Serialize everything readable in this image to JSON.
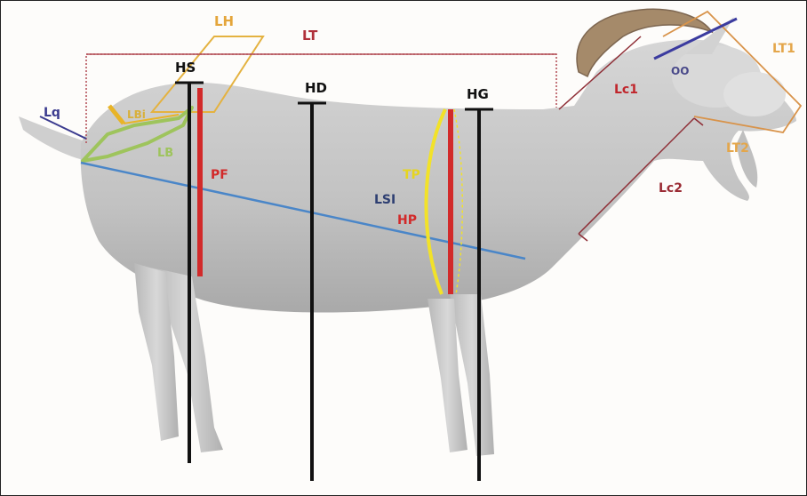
{
  "labels": {
    "LH": "LH",
    "LT": "LT",
    "HS": "HS",
    "HD": "HD",
    "HG": "HG",
    "Lq": "Lq",
    "LBi": "LBi",
    "LB": "LB",
    "PF": "PF",
    "TP": "TP",
    "LSI": "LSI",
    "HP": "HP",
    "Lc1": "Lc1",
    "Lc2": "Lc2",
    "LT1": "LT1",
    "LT2": "LT2",
    "OO": "OO"
  },
  "colors": {
    "red": "#c0262c",
    "dark_red": "#a8323a",
    "black": "#111111",
    "blue_line": "#4a86c8",
    "yellow": "#f2e229",
    "orange": "#e4a64a",
    "green": "#9ec45c",
    "navy": "#3b3b8f",
    "goat_body": "#c9c9c9"
  }
}
